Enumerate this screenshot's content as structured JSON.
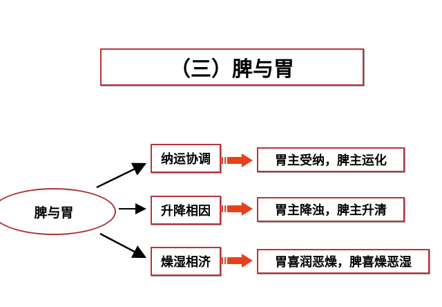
{
  "title": "（三）脾与胃",
  "center": "脾与胃",
  "rows": [
    {
      "aspect": "纳运协调",
      "detail": "胃主受纳，脾主运化"
    },
    {
      "aspect": "升降相因",
      "detail": "胃主降浊，脾主升清"
    },
    {
      "aspect": "燥湿相济",
      "detail": "胃喜润恶燥，脾喜燥恶湿"
    }
  ],
  "colors": {
    "border": "#b8323a",
    "arrow": "#e8401c"
  }
}
